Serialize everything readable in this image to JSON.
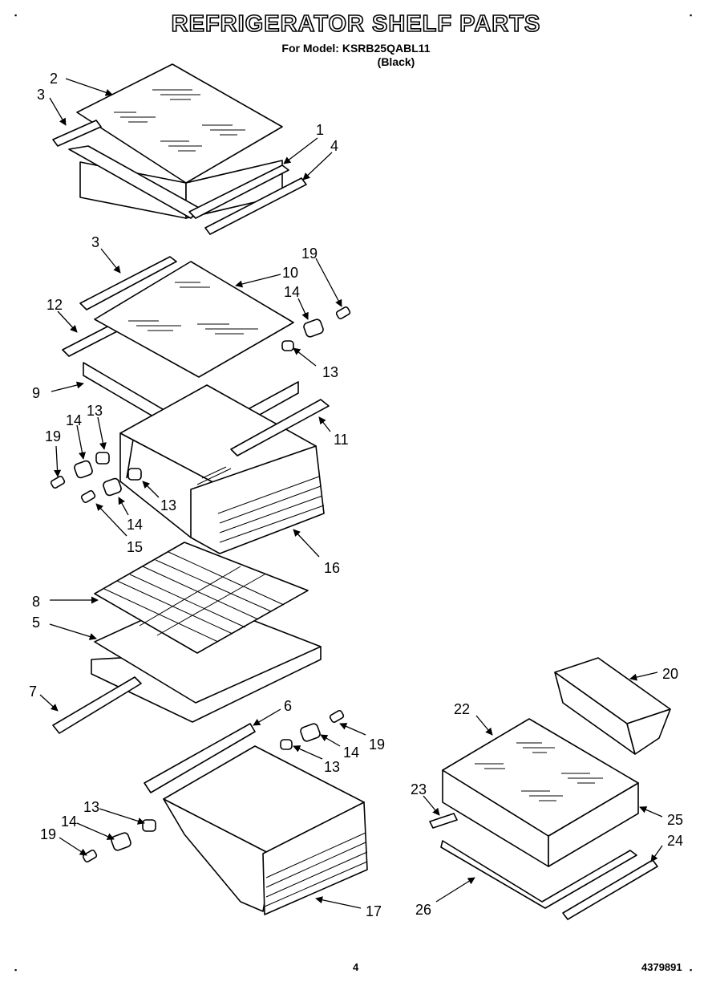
{
  "header": {
    "title": "REFRIGERATOR SHELF PARTS",
    "model_line": "For Model: KSRB25QABL11",
    "color_line": "(Black)"
  },
  "footer": {
    "page_number": "4",
    "doc_number": "4379891"
  },
  "corner_marks": [
    "▪",
    "▪",
    "▪",
    "▪"
  ],
  "callouts": {
    "c2": "2",
    "c3a": "3",
    "c1": "1",
    "c4a": "4",
    "c3b": "3",
    "c19a": "19",
    "c10": "10",
    "c14a": "14",
    "c12": "12",
    "c13a": "13",
    "c9": "9",
    "c13b": "13",
    "c14b": "14",
    "c19b": "19",
    "c11": "11",
    "c13c": "13",
    "c14c": "14",
    "c15": "15",
    "c16": "16",
    "c8": "8",
    "c5": "5",
    "c7": "7",
    "c6": "6",
    "c19c": "19",
    "c14d": "14",
    "c13d": "13",
    "c13e": "13",
    "c14e": "14",
    "c19d": "19",
    "c17": "17",
    "c20": "20",
    "c22": "22",
    "c23": "23",
    "c25": "25",
    "c24": "24",
    "c26": "26"
  }
}
